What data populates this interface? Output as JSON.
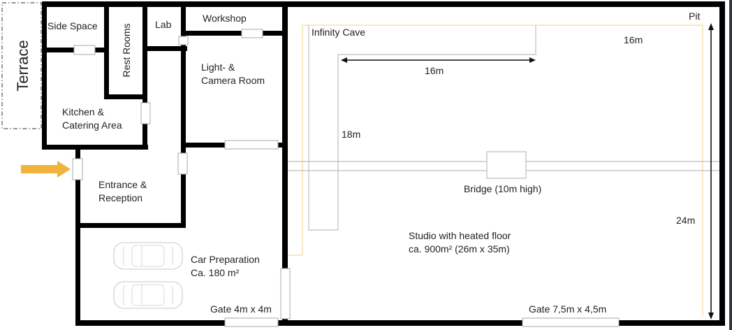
{
  "title": "Studio floor plan",
  "colors": {
    "wall": "#000000",
    "entrance_arrow": "#f0b43c",
    "infinity_cave_outline": "#f5dca0",
    "thin_lines": "#bdbdbd",
    "window_edge": "#2e3a44"
  },
  "areas": {
    "terrace": "Terrace",
    "side_space": "Side Space",
    "rest_rooms": "Rest Rooms",
    "lab": "Lab",
    "workshop": "Workshop",
    "light_camera_line1": "Light- &",
    "light_camera_line2": "Camera Room",
    "kitchen_line1": "Kitchen &",
    "kitchen_line2": "Catering Area",
    "entrance_line1": "Entrance &",
    "entrance_line2": "Reception",
    "car_prep_line1": "Car Preparation",
    "car_prep_line2": "Ca. 180 m²",
    "studio_line1": "Studio with heated floor",
    "studio_line2": "ca. 900m² (26m x 35m)",
    "infinity_cave": "Infinity Cave",
    "bridge": "Bridge (10m high)",
    "pit": "Pit"
  },
  "gates": {
    "small": "Gate 4m x 4m",
    "large": "Gate 7,5m x 4,5m"
  },
  "dimensions": {
    "cave_width": "16m",
    "cave_depth": "18m",
    "pit_top": "16m",
    "studio_height": "24m"
  },
  "icons": {
    "entrance": "arrow-right",
    "cars": [
      "car-top-view",
      "car-top-view"
    ]
  }
}
